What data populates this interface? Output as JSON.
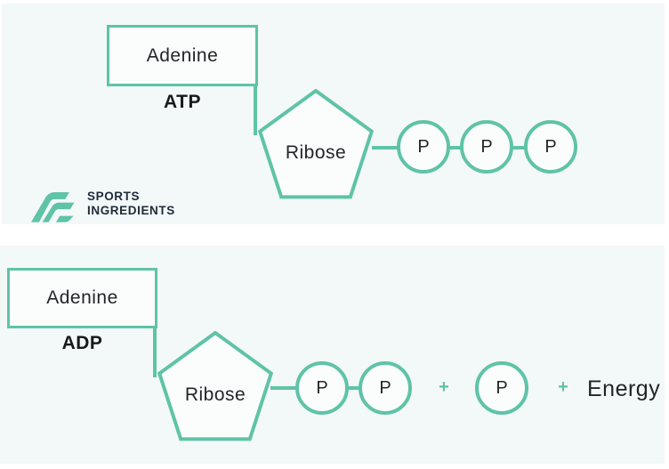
{
  "colors": {
    "teal": "#5fc3a7",
    "panel_bg": "#f3f8f8",
    "shape_fill": "#fafdfc",
    "text_dark": "#232528",
    "logo_navy": "#1d2b3a"
  },
  "logo": {
    "line1": "SPORTS",
    "line2": "INGREDIENTS"
  },
  "atp": {
    "molecule_label": "ATP",
    "adenine_label": "Adenine",
    "ribose_label": "Ribose",
    "phosphates": [
      "P",
      "P",
      "P"
    ]
  },
  "adp": {
    "molecule_label": "ADP",
    "adenine_label": "Adenine",
    "ribose_label": "Ribose",
    "attached_phosphates": [
      "P",
      "P"
    ],
    "released_phosphate": "P",
    "plus_sign": "+",
    "energy_label": "Energy"
  }
}
